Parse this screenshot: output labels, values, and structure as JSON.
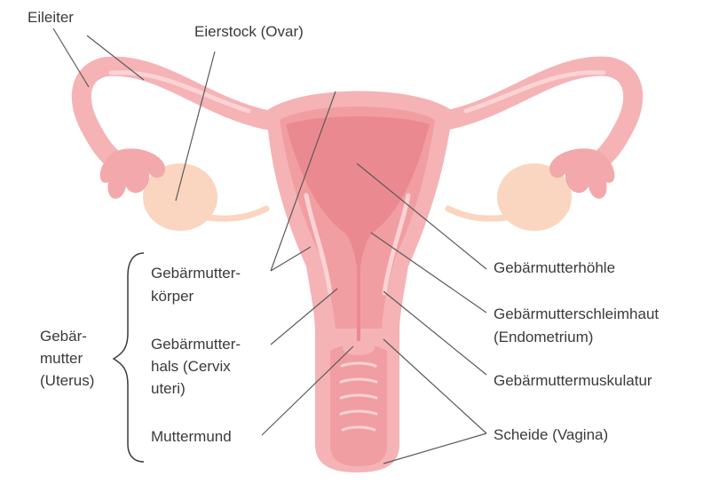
{
  "labels": {
    "tube": "Eileiter",
    "ovary": "Eierstock (Ovar)",
    "uterus_body": [
      "Gebärmutter-",
      "körper"
    ],
    "cervix": [
      "Gebärmutter-",
      "hals (Cervix",
      "uteri)"
    ],
    "os": "Muttermund",
    "uterus_group": [
      "Gebär-",
      "mutter",
      "(Uterus)"
    ],
    "cavity": "Gebärmutterhöhle",
    "endometrium": [
      "Gebärmutterschleimhaut",
      "(Endometrium)"
    ],
    "myometrium": "Gebärmuttermuskulatur",
    "vagina": "Scheide (Vagina)"
  },
  "colors": {
    "outer": "#f5b3b6",
    "mid": "#f19ea3",
    "cavity": "#ea8a90",
    "highlight": "#fbd3d5",
    "ovary": "#fad5bf",
    "fimbria": "#f3a8ac",
    "line": "#5a5a5a",
    "text": "#3a3a3a"
  }
}
